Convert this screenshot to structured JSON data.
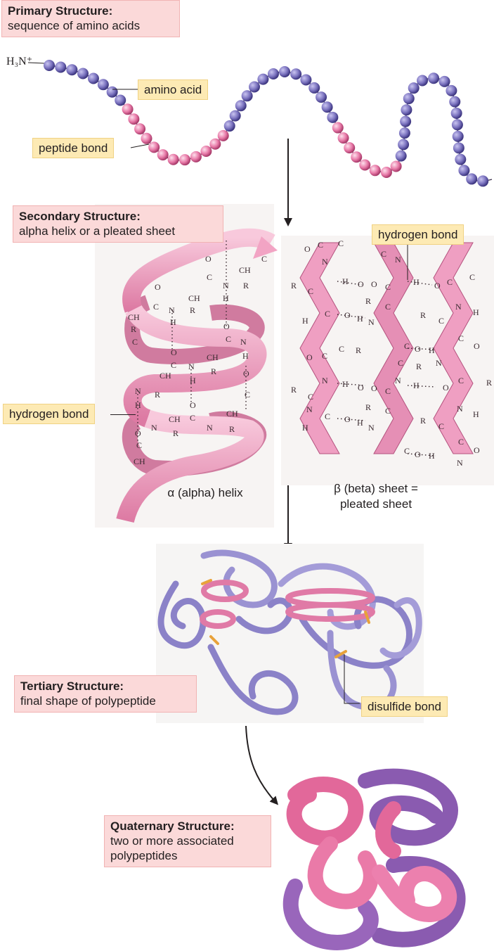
{
  "primary": {
    "title": "Primary Structure:",
    "subtitle": "sequence of amino acids"
  },
  "n_terminus": "H₃N⁺",
  "labels": {
    "amino_acid": "amino acid",
    "peptide_bond": "peptide bond",
    "hydrogen_bond_top": "hydrogen bond",
    "hydrogen_bond_left": "hydrogen bond",
    "disulfide_bond": "disulfide bond"
  },
  "secondary": {
    "title": "Secondary Structure:",
    "subtitle": "alpha helix or a pleated sheet"
  },
  "captions": {
    "alpha_helix": "α (alpha) helix",
    "beta_sheet_line1": "β (beta) sheet =",
    "beta_sheet_line2": "pleated sheet"
  },
  "tertiary": {
    "title": "Tertiary Structure:",
    "subtitle": "final shape of polypeptide"
  },
  "quaternary": {
    "title": "Quaternary Structure:",
    "subtitle_line1": "two or more associated",
    "subtitle_line2": "polypeptides"
  },
  "colors": {
    "amino_purple": "#7c74c0",
    "amino_pink": "#e87aa8",
    "label_pink": "#fbd9d9",
    "label_yellow": "#fdeab4",
    "ribbon_pink": "#f2a4c4",
    "disulfide": "#e8a23a"
  }
}
